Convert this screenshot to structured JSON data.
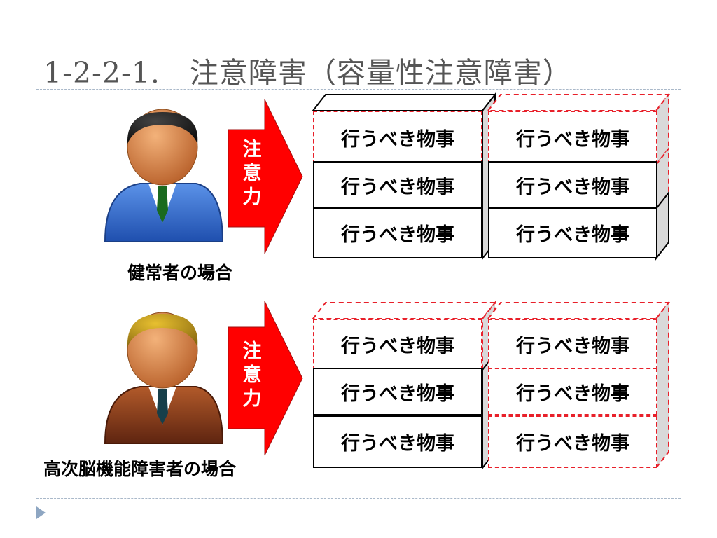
{
  "title": "1-2-2-1.　注意障害（容量性注意障害）",
  "arrow_label_chars": [
    "注",
    "意",
    "力"
  ],
  "task_label": "行うべき物事",
  "case_healthy": {
    "label": "健常者の場合",
    "states": [
      "dashed",
      "dashed",
      "solid",
      "solid",
      "solid",
      "solid"
    ]
  },
  "case_impaired": {
    "label": "高次脳機能障害者の場合",
    "states": [
      "dashed",
      "dashed",
      "solid",
      "dashed",
      "solid",
      "dashed"
    ]
  },
  "colors": {
    "title_text": "#555555",
    "arrow": "#ff0000",
    "dashed_border": "#e8202a",
    "rule": "#a9b8c9",
    "bullet": "#8ea6c2",
    "healthy_suit": "#2f67c9",
    "healthy_tie": "#1a6a1f",
    "impaired_suit": "#7a3518",
    "impaired_tie": "#173f4a"
  },
  "icons": [
    "businessman-icon",
    "businessman-icon",
    "right-arrow-icon"
  ]
}
